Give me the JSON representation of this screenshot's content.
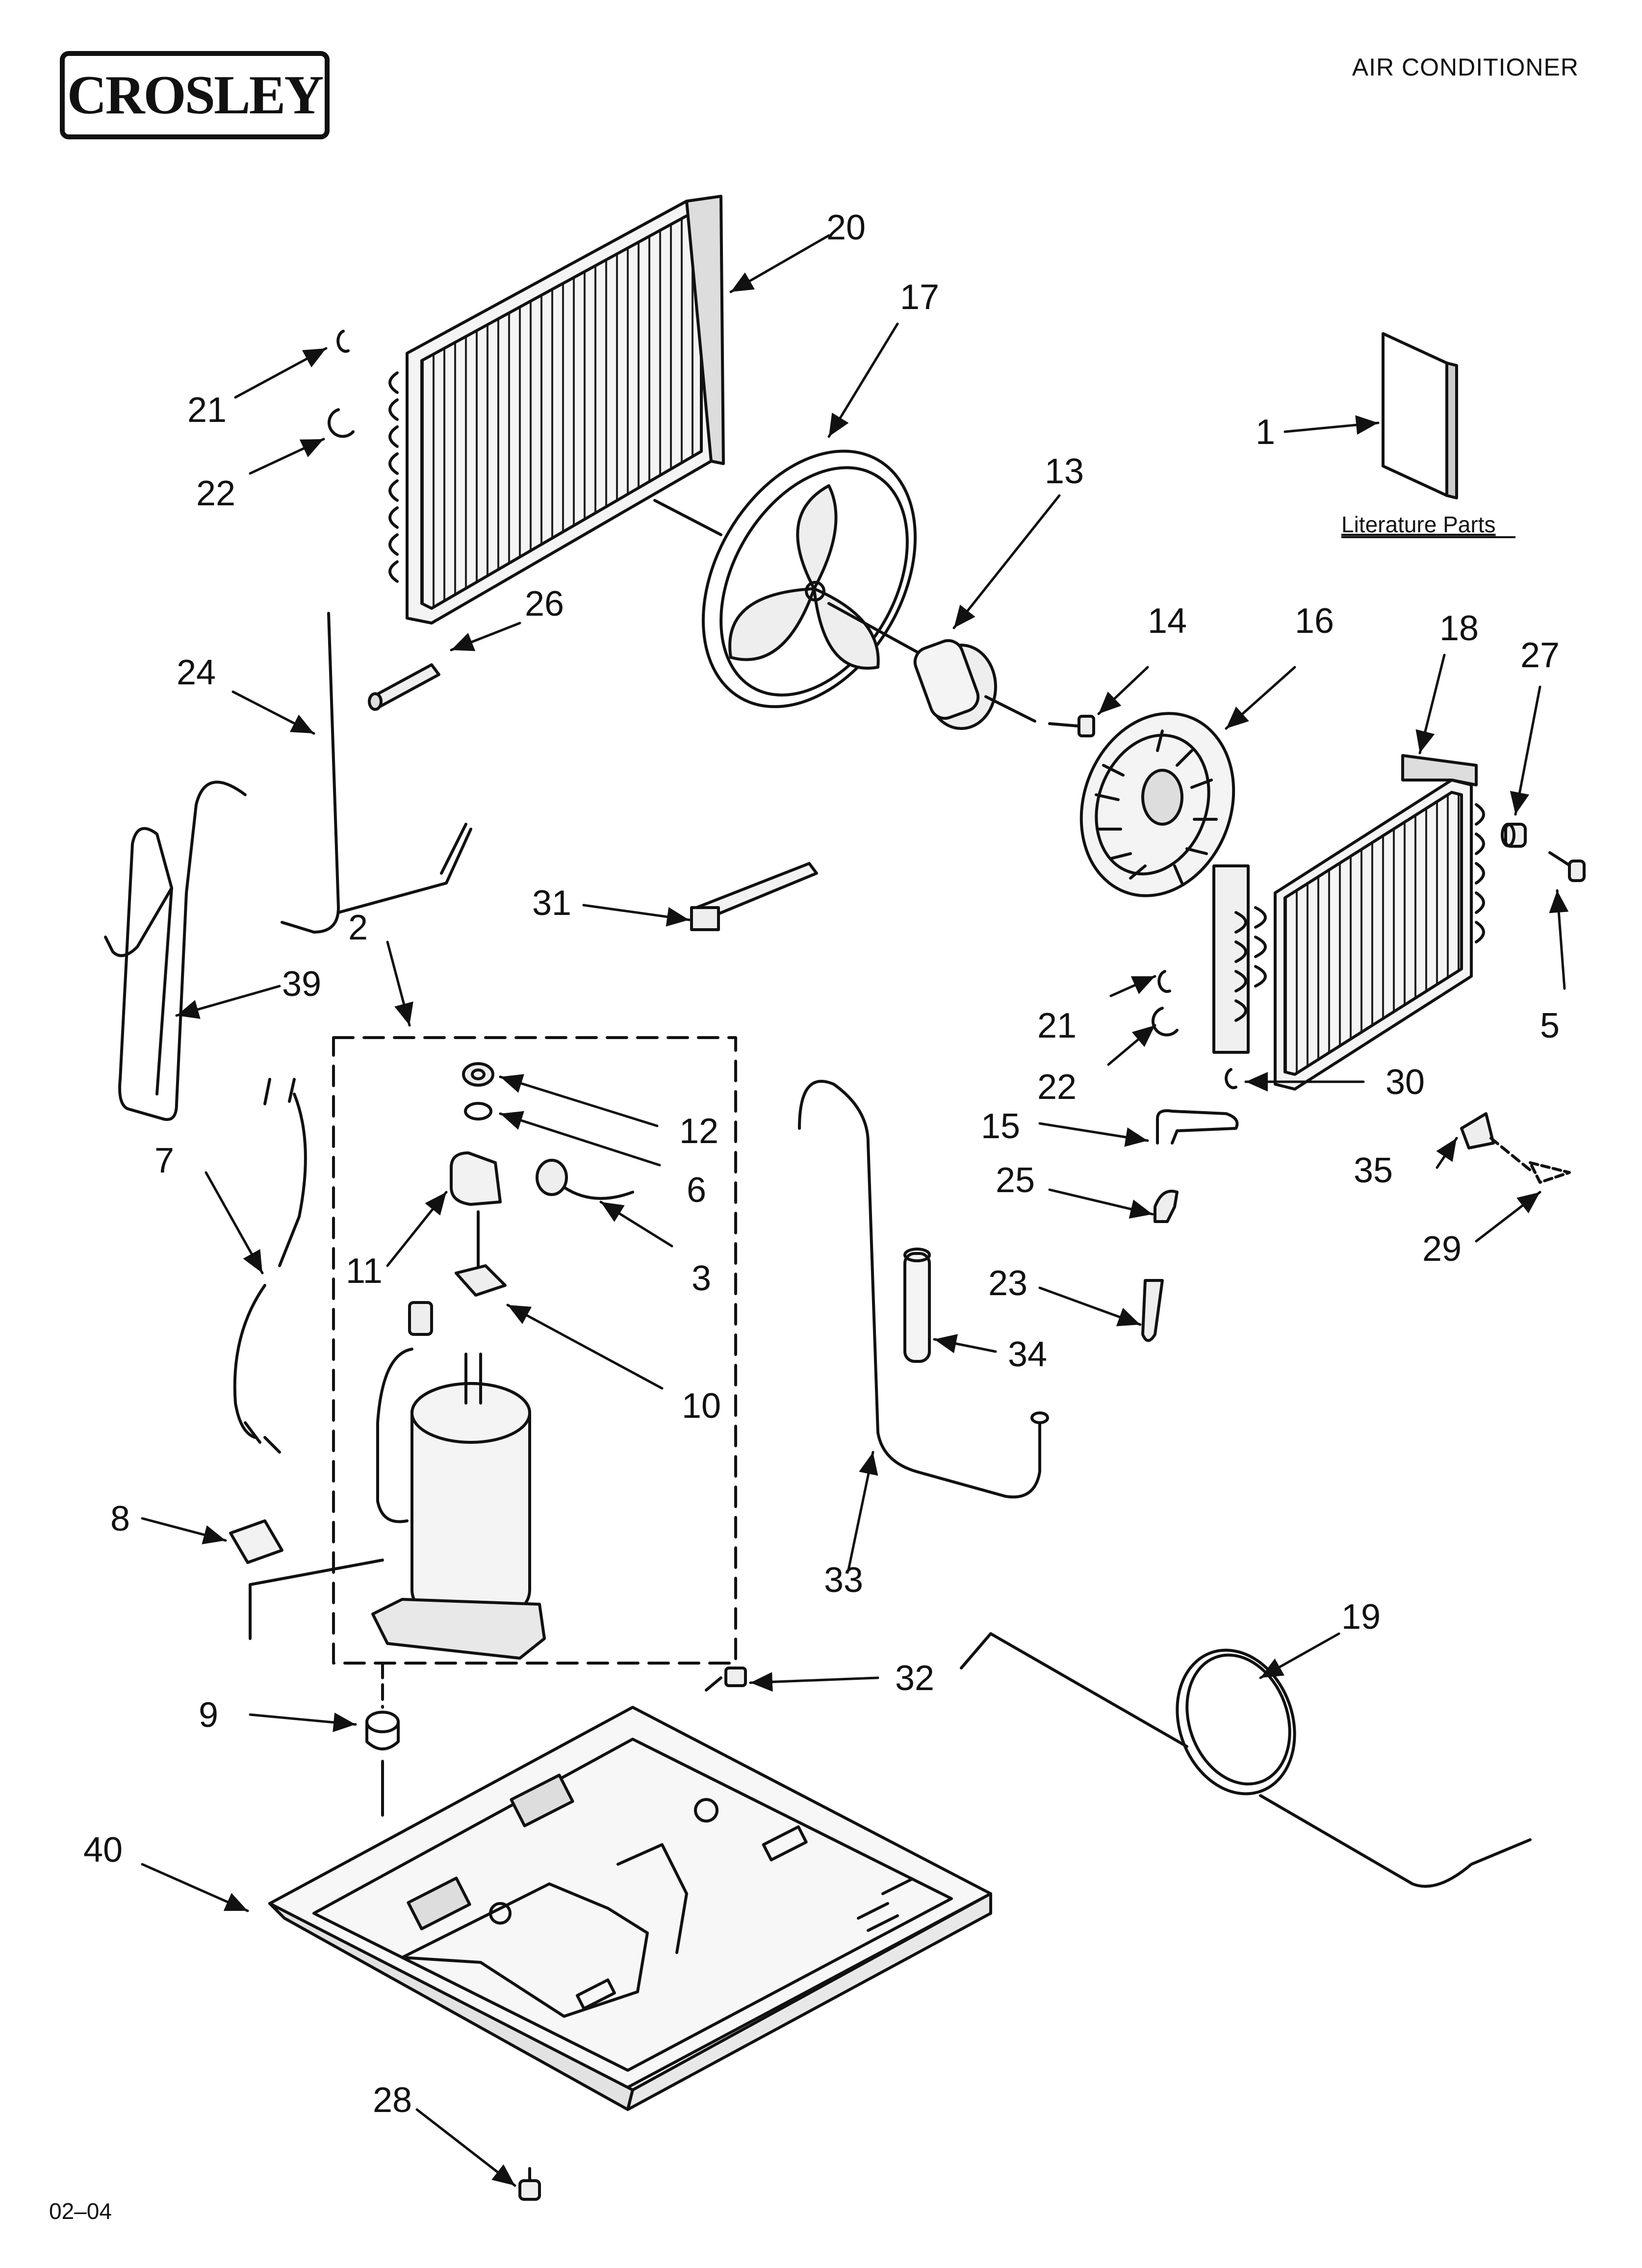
{
  "brand": "CROSLEY",
  "header_title": "AIR CONDITIONER",
  "footer_code": "02–04",
  "literature_caption": "Literature Parts",
  "callouts": [
    "1",
    "2",
    "3",
    "5",
    "6",
    "7",
    "8",
    "9",
    "10",
    "11",
    "12",
    "13",
    "14",
    "15",
    "16",
    "17",
    "18",
    "19",
    "20",
    "21",
    "22",
    "23",
    "24",
    "25",
    "26",
    "27",
    "28",
    "29",
    "30",
    "31",
    "32",
    "33",
    "34",
    "35",
    "39",
    "40",
    "21",
    "22"
  ]
}
